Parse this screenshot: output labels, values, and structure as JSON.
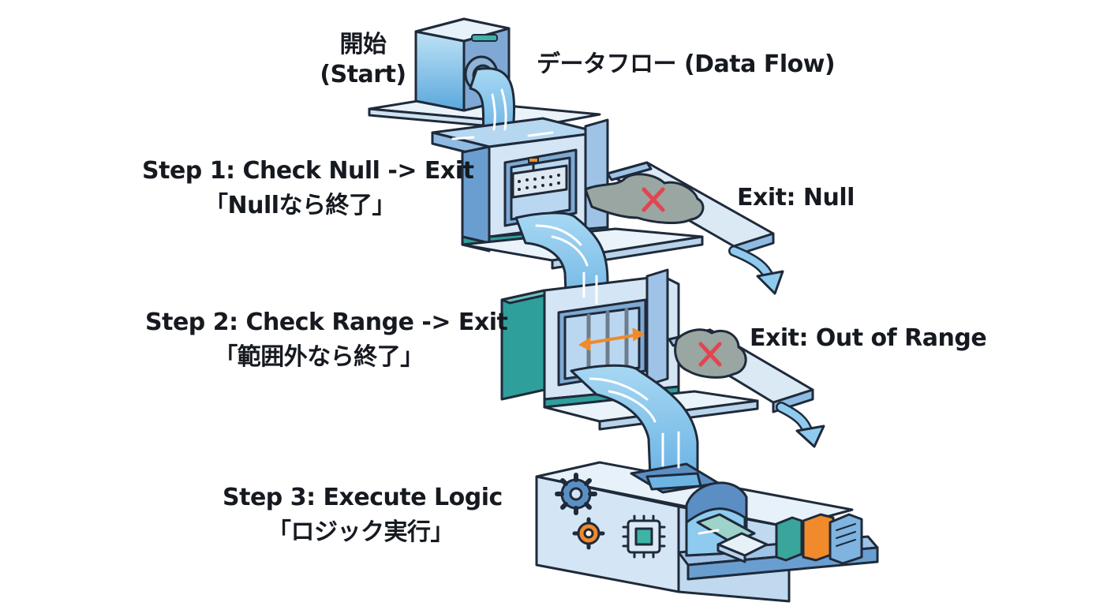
{
  "labels": {
    "start_ja": "開始",
    "start_en": "(Start)",
    "data_flow": "データフロー (Data Flow)",
    "step1_en": "Step 1: Check Null -> Exit",
    "step1_ja": "「Nullなら終了」",
    "exit_null": "Exit: Null",
    "step2_en": "Step 2: Check Range -> Exit",
    "step2_ja": "「範囲外なら終了」",
    "exit_range": "Exit: Out of Range",
    "step3_en": "Step 3: Execute Logic",
    "step3_ja": "「ロジック実行」"
  },
  "colors": {
    "outline": "#1f2a3a",
    "water": "#8fcbef",
    "water_dark": "#4e9ad2",
    "panel_light": "#dcebf7",
    "panel_mid": "#a9cbe8",
    "panel_dark": "#5b8fc4",
    "teal": "#2f9f9c",
    "smoke": "#8f9a96",
    "exit_mark": "#e2454f",
    "gear_orange": "#f08a2a",
    "gate_arrow": "#f08a2a",
    "chip": "#3fb3a6",
    "block_teal": "#3aa59a",
    "block_orange": "#f08a2a",
    "block_blue": "#7fb4e0"
  },
  "icons": [
    "tank-icon",
    "filter-screen-icon",
    "exit-x-icon",
    "range-gate-icon",
    "gear-icon",
    "chip-icon",
    "data-block-icon"
  ]
}
